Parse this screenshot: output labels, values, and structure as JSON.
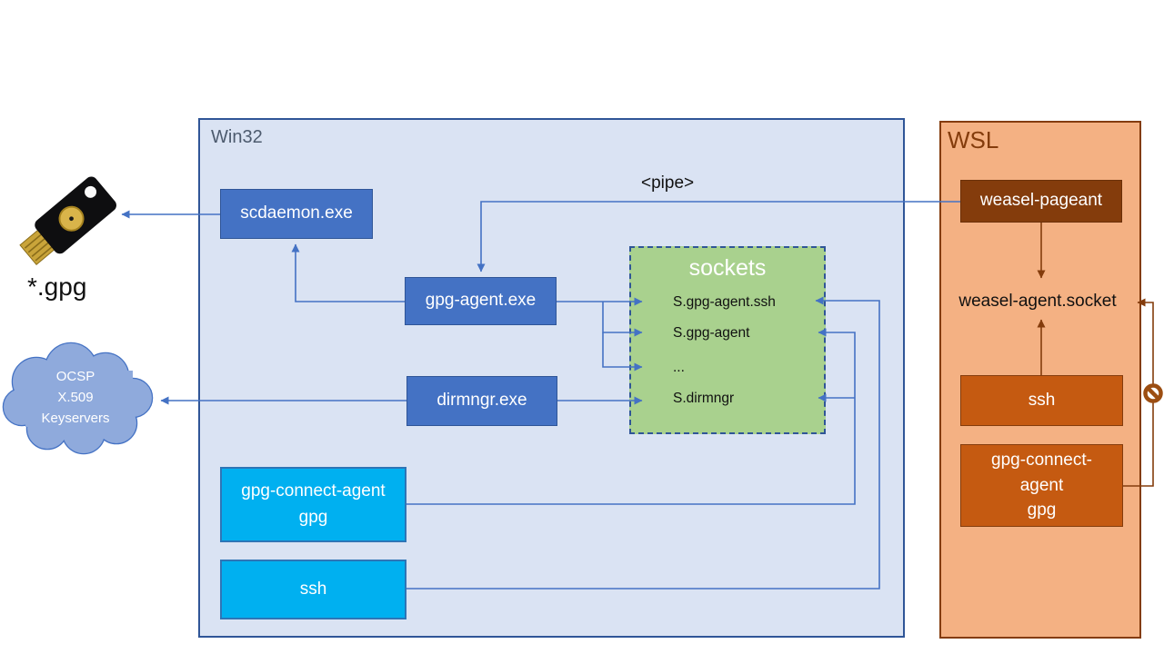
{
  "win32": {
    "title": "Win32",
    "scdaemon": "scdaemon.exe",
    "gpg_agent": "gpg-agent.exe",
    "dirmngr": "dirmngr.exe",
    "gpg_connect_line1": "gpg-connect-agent",
    "gpg_connect_line2": "gpg",
    "ssh": "ssh"
  },
  "sockets": {
    "title": "sockets",
    "items": [
      "S.gpg-agent.ssh",
      "S.gpg-agent",
      "...",
      "S.dirmngr"
    ]
  },
  "wsl": {
    "title": "WSL",
    "weasel_pageant": "weasel-pageant",
    "weasel_socket": "weasel-agent.socket",
    "ssh": "ssh",
    "gpg_connect_line1": "gpg-connect-",
    "gpg_connect_line2": "agent",
    "gpg_connect_line3": "gpg"
  },
  "labels": {
    "pipe": "<pipe>",
    "gpg_files": "*.gpg"
  },
  "cloud": {
    "line1": "OCSP",
    "line2": "X.509",
    "line3": "Keyservers"
  },
  "icons": {
    "usb_key": "yubikey-icon",
    "blocked": "no-entry-icon"
  },
  "colors": {
    "win32_fill": "#dae3f3",
    "wsl_fill": "#f4b183",
    "process_blue": "#4472c4",
    "client_cyan": "#00b0f0",
    "sockets_green": "#a9d18e",
    "wsl_box_orange": "#c55a11",
    "dark_brown": "#843c0c",
    "arrow_blue": "#4472c4",
    "cloud_fill": "#8faadc"
  }
}
